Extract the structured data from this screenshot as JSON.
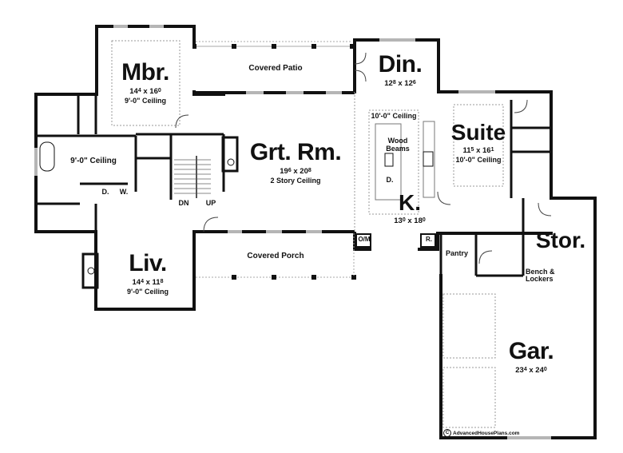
{
  "rooms": {
    "mbr": {
      "name": "Mbr.",
      "w": "14",
      "w_in": "4",
      "d": "16",
      "d_in": "0",
      "ceiling": "9'-0\" Ceiling"
    },
    "din": {
      "name": "Din.",
      "w": "12",
      "w_in": "8",
      "d": "12",
      "d_in": "6"
    },
    "grt": {
      "name": "Grt. Rm.",
      "w": "19",
      "w_in": "6",
      "d": "20",
      "d_in": "8",
      "ceiling": "2 Story Ceiling"
    },
    "suite": {
      "name": "Suite",
      "w": "11",
      "w_in": "5",
      "d": "16",
      "d_in": "1",
      "ceiling": "10'-0\" Ceiling"
    },
    "kitchen": {
      "name": "K.",
      "w": "13",
      "w_in": "0",
      "d": "18",
      "d_in": "0",
      "ceiling": "10'-0\" Ceiling",
      "beams": "Wood Beams",
      "dw": "D."
    },
    "liv": {
      "name": "Liv.",
      "w": "14",
      "w_in": "4",
      "d": "11",
      "d_in": "8",
      "ceiling": "9'-0\" Ceiling"
    },
    "stor": {
      "name": "Stor."
    },
    "gar": {
      "name": "Gar.",
      "w": "23",
      "w_in": "4",
      "d": "24",
      "d_in": "0"
    },
    "bath": {
      "ceiling": "9'-0\" Ceiling"
    }
  },
  "labels": {
    "covered_patio": "Covered Patio",
    "covered_porch": "Covered Porch",
    "pantry": "Pantry",
    "bench_line1": "Bench &",
    "bench_line2": "Lockers",
    "dryer": "D.",
    "washer": "W.",
    "stairs_dn": "DN",
    "stairs_up": "UP",
    "oven_micro": "O/M",
    "refrigerator": "R."
  },
  "copyright": {
    "symbol": "C",
    "text": "AdvancedHousePlans.com"
  },
  "colors": {
    "wall": "#111111",
    "window": "#b5b5b5",
    "dashed": "#9a9a9a",
    "background": "#ffffff"
  }
}
